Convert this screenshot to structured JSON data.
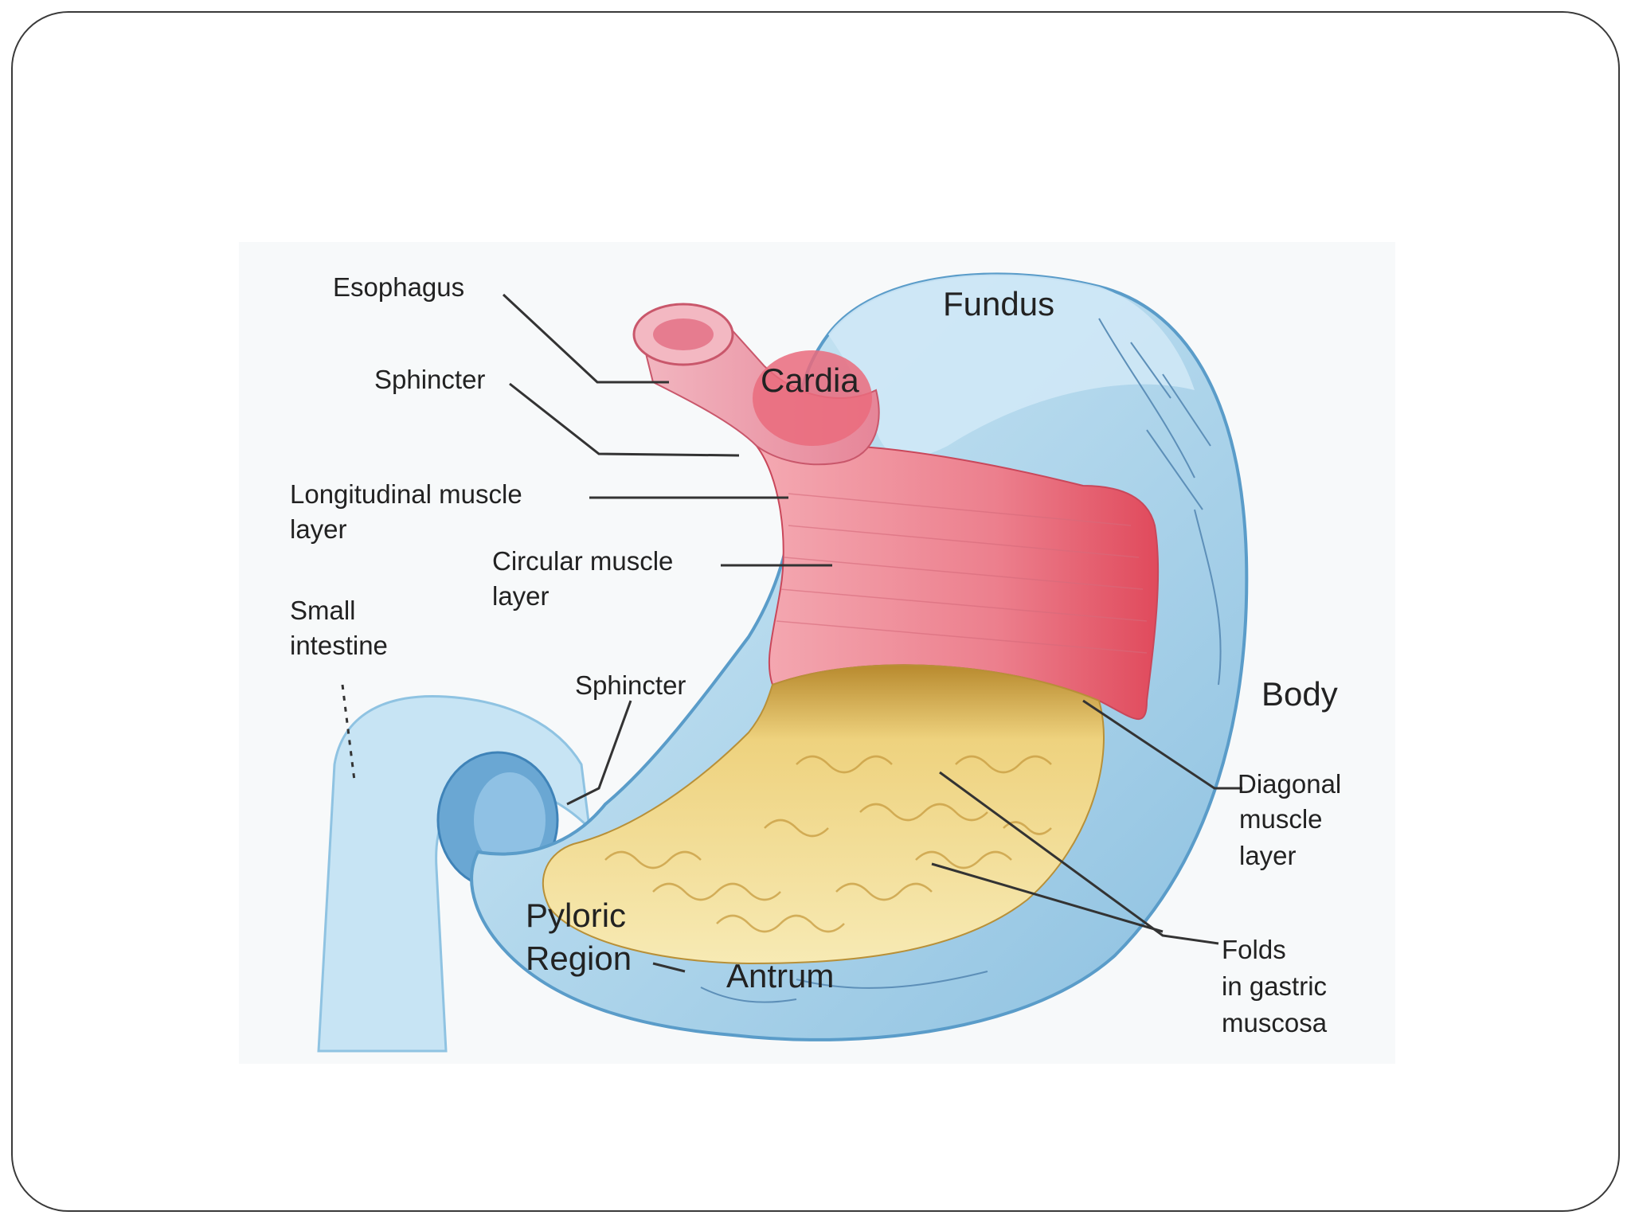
{
  "labels": {
    "esophagus": "Esophagus",
    "sphincter_upper": "Sphincter",
    "longitudinal_1": "Longitudinal muscle",
    "longitudinal_2": "layer",
    "circular_1": "Circular muscle",
    "circular_2": "layer",
    "small_intestine_1": "Small",
    "small_intestine_2": "intestine",
    "sphincter_lower": "Sphincter",
    "pyloric_1": "Pyloric",
    "pyloric_2": "Region",
    "antrum": "Antrum",
    "cardia": "Cardia",
    "fundus": "Fundus",
    "body": "Body",
    "diagonal_1": "Diagonal",
    "diagonal_2": "muscle",
    "diagonal_3": "layer",
    "folds_1": "Folds",
    "folds_2": "in gastric",
    "folds_3": "muscosa"
  },
  "colors": {
    "outer_wall": "#a9d3ea",
    "outer_wall_dark": "#6fa9cf",
    "muscle": "#ec8a96",
    "muscle_dark": "#e2566a",
    "mucosa": "#f2e19a",
    "mucosa_dark": "#c9a24a",
    "intestine": "#bfe0f2"
  }
}
